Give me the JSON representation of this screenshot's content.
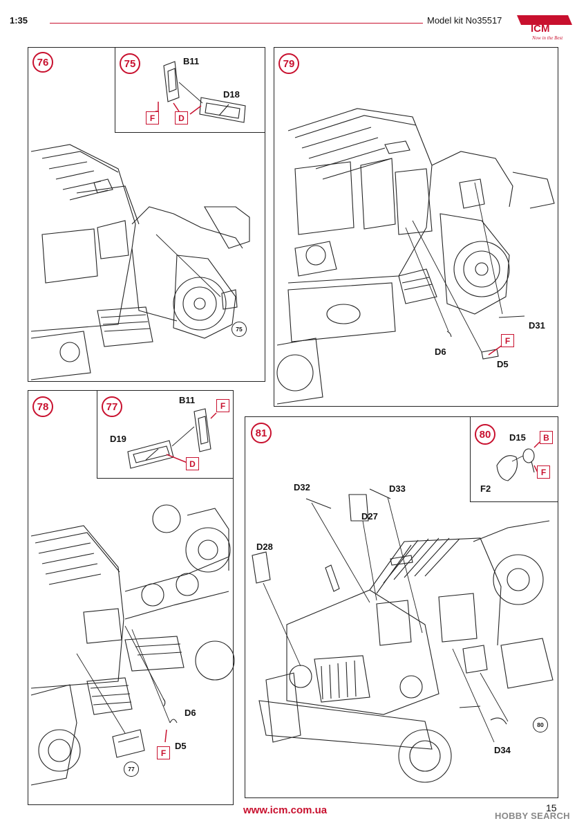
{
  "header": {
    "scale": "1:35",
    "model": "Model kit No35517",
    "logo_text": "ICM",
    "logo_tagline": "Now in the Best"
  },
  "footer": {
    "url": "www.icm.com.ua",
    "page": "15",
    "watermark": "HOBBY SEARCH"
  },
  "colors": {
    "accent": "#c8102e",
    "line": "#222222"
  },
  "steps": {
    "s76": {
      "number": "76",
      "ref": "75"
    },
    "s75": {
      "number": "75",
      "parts": {
        "b11": "B11",
        "d18": "D18"
      },
      "sprues": {
        "f": "F",
        "d": "D"
      }
    },
    "s79": {
      "number": "79",
      "parts": {
        "d31": "D31",
        "d6": "D6",
        "d5": "D5"
      },
      "sprues": {
        "f": "F"
      }
    },
    "s78": {
      "number": "78",
      "ref": "77",
      "parts": {
        "d6": "D6",
        "d5": "D5"
      },
      "sprues": {
        "f": "F"
      }
    },
    "s77": {
      "number": "77",
      "parts": {
        "b11": "B11",
        "d19": "D19"
      },
      "sprues": {
        "f": "F",
        "d": "D"
      }
    },
    "s81": {
      "number": "81",
      "ref": "80",
      "parts": {
        "d32": "D32",
        "d33": "D33",
        "d27": "D27",
        "d28": "D28",
        "d34": "D34"
      }
    },
    "s80": {
      "number": "80",
      "parts": {
        "d15": "D15",
        "f2": "F2"
      },
      "sprues": {
        "b": "B",
        "f": "F"
      }
    }
  }
}
